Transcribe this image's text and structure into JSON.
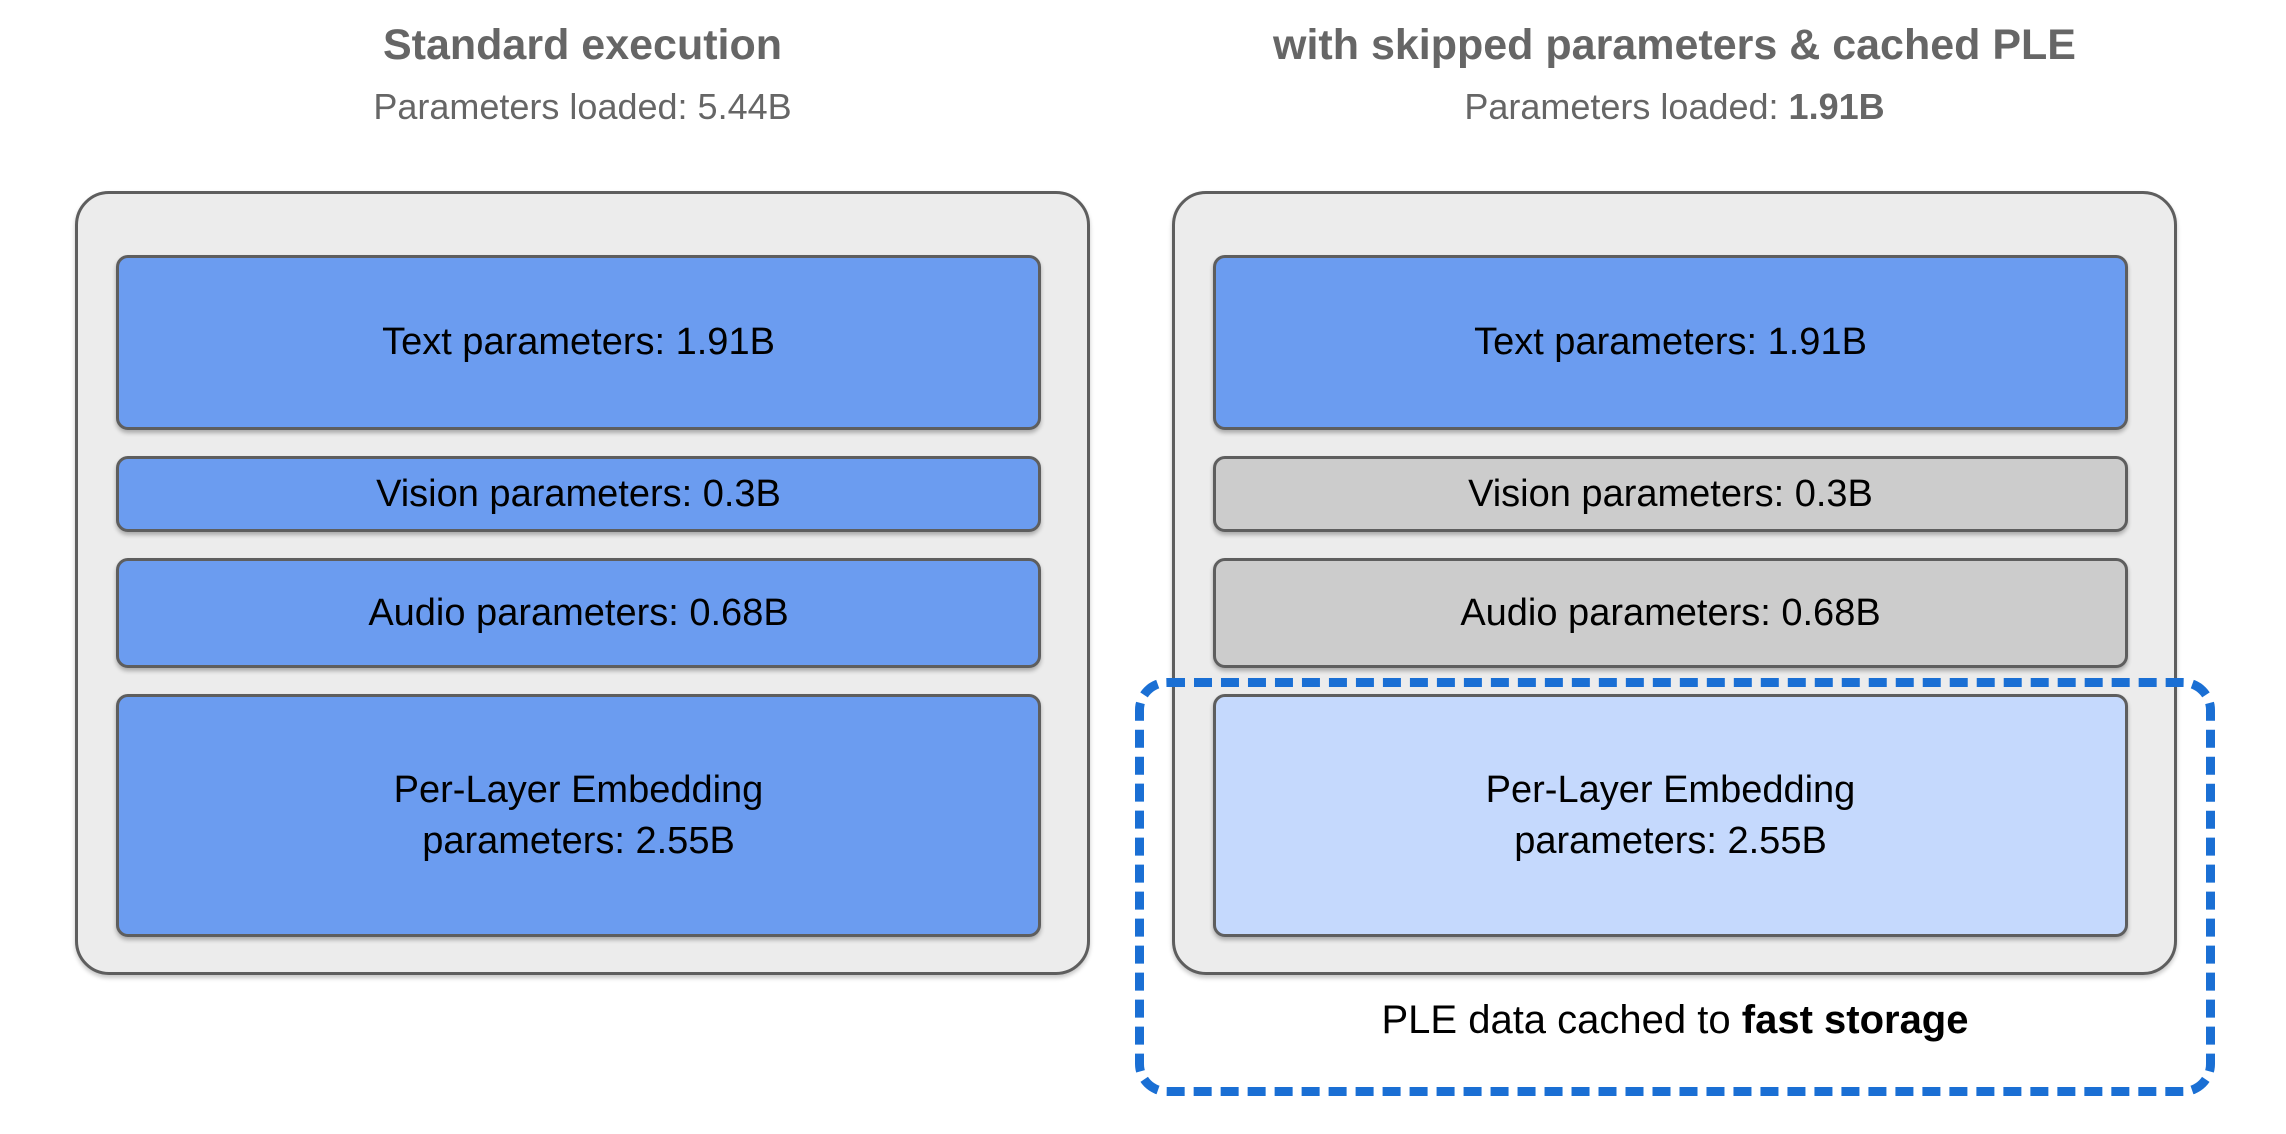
{
  "colors": {
    "block_active": "#6b9cf0",
    "block_skipped": "#cccccc",
    "block_cached": "#c5d9fd",
    "panel_bg": "#ececec",
    "panel_border": "#5e5e5e",
    "heading_text": "#666666",
    "cache_outline": "#1a6fd4"
  },
  "columns": [
    {
      "id": "standard",
      "title": "Standard execution",
      "subtitle_prefix": "Parameters loaded: ",
      "subtitle_value": "5.44B",
      "subtitle_value_bold": false,
      "blocks": [
        {
          "id": "text",
          "label": "Text parameters: 1.91B",
          "state": "active"
        },
        {
          "id": "vision",
          "label": "Vision parameters: 0.3B",
          "state": "active"
        },
        {
          "id": "audio",
          "label": "Audio parameters: 0.68B",
          "state": "active"
        },
        {
          "id": "ple",
          "label": "Per-Layer Embedding\nparameters: 2.55B",
          "state": "active"
        }
      ]
    },
    {
      "id": "optimized",
      "title": "with skipped parameters & cached PLE",
      "subtitle_prefix": "Parameters loaded: ",
      "subtitle_value": "1.91B",
      "subtitle_value_bold": true,
      "blocks": [
        {
          "id": "text",
          "label": "Text parameters: 1.91B",
          "state": "active"
        },
        {
          "id": "vision",
          "label": "Vision parameters: 0.3B",
          "state": "skipped"
        },
        {
          "id": "audio",
          "label": "Audio parameters: 0.68B",
          "state": "skipped"
        },
        {
          "id": "ple",
          "label": "Per-Layer Embedding\nparameters: 2.55B",
          "state": "cached"
        }
      ]
    }
  ],
  "cache_callout": {
    "caption_prefix": "PLE data cached to ",
    "caption_emphasis": "fast storage"
  }
}
